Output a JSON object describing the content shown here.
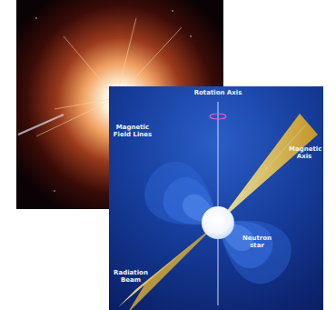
{
  "diagram": {
    "labels": [
      "Rotation Axis",
      "Magnetic Field Lines",
      "Magnetic Axis",
      "Neutron star",
      "Radiation Beam"
    ]
  }
}
